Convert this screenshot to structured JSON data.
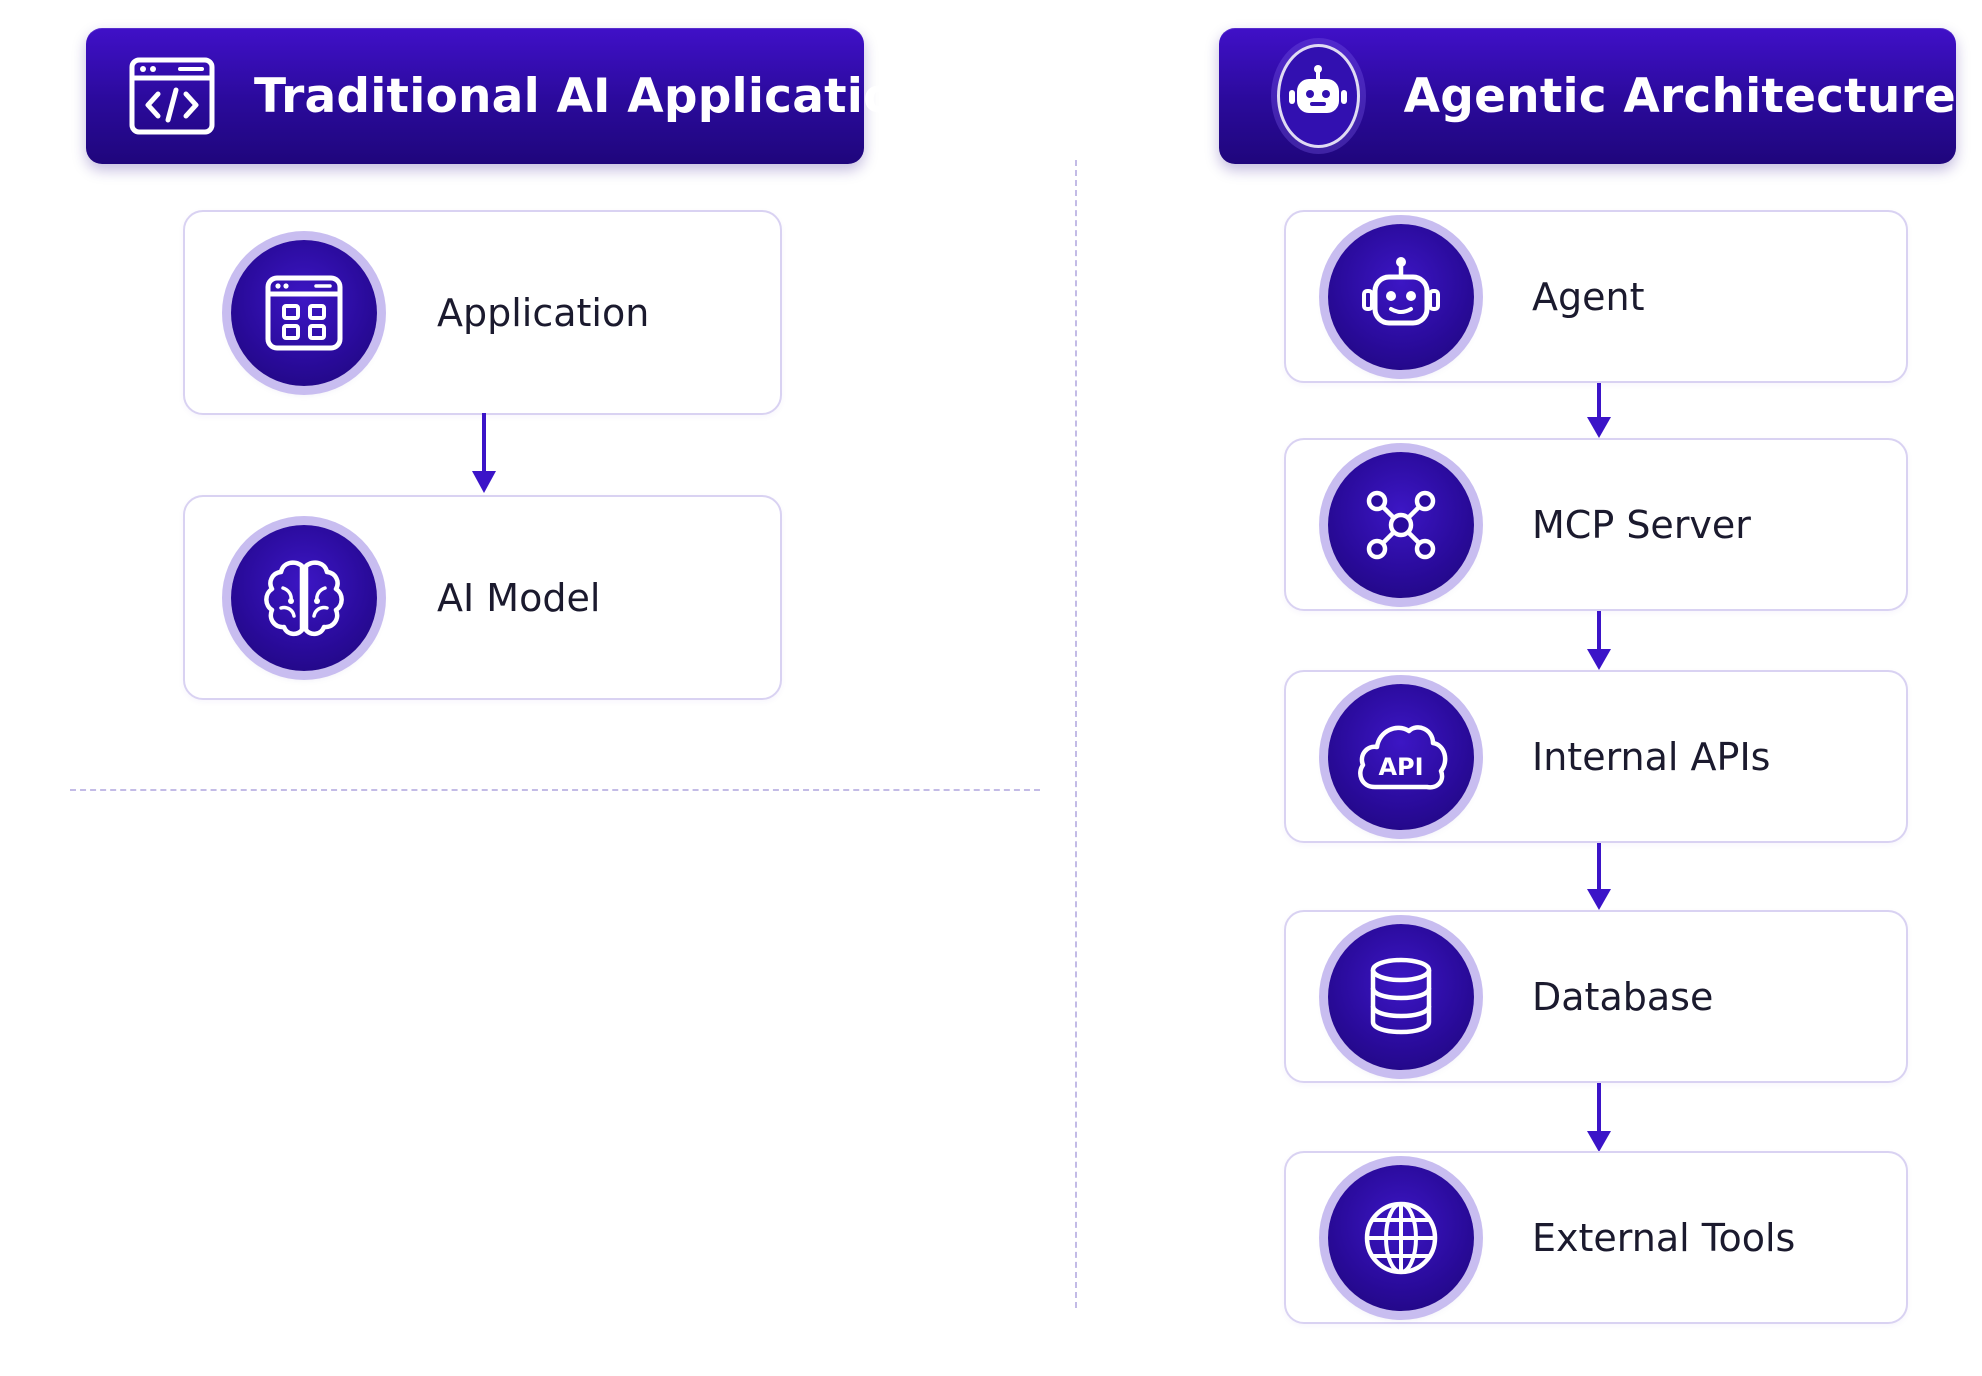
{
  "colors": {
    "accent": "#2a0b9c",
    "node_border": "#d9d2f2",
    "divider": "#c3bbe6",
    "arrow": "#3b14c8"
  },
  "traditional": {
    "title": "Traditional AI Application",
    "header_icon": "code-window-icon",
    "nodes": [
      {
        "label": "Application",
        "icon": "app-grid-icon"
      },
      {
        "label": "AI Model",
        "icon": "brain-icon"
      }
    ]
  },
  "agentic": {
    "title": "Agentic Architecture",
    "header_icon": "robot-icon",
    "nodes": [
      {
        "label": "Agent",
        "icon": "robot-icon"
      },
      {
        "label": "MCP Server",
        "icon": "network-hub-icon"
      },
      {
        "label": "Internal APIs",
        "icon": "api-cloud-icon"
      },
      {
        "label": "Database",
        "icon": "database-icon"
      },
      {
        "label": "External Tools",
        "icon": "globe-icon"
      }
    ]
  }
}
